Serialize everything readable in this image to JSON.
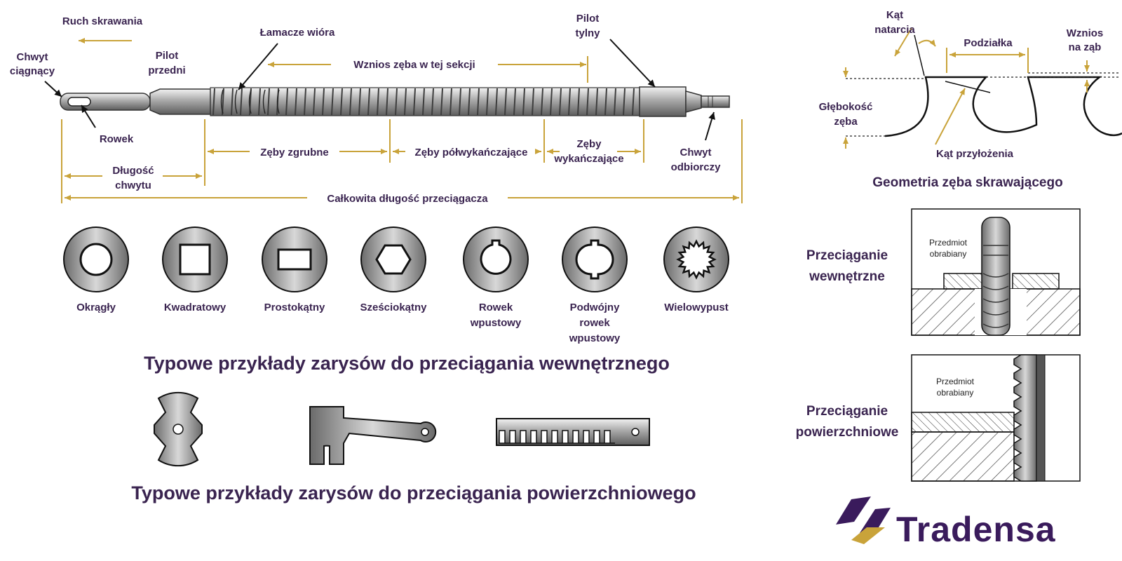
{
  "broach": {
    "cutting_motion": "Ruch skrawania",
    "pull_end": [
      "Chwyt",
      "ciągnący"
    ],
    "front_pilot": [
      "Pilot",
      "przedni"
    ],
    "chip_breakers": "Łamacze wióra",
    "rear_pilot": [
      "Pilot",
      "tylny"
    ],
    "rise_in_section": "Wznios zęba w tej sekcji",
    "slot": "Rowek",
    "roughing_teeth": "Zęby zgrubne",
    "semi_finishing_teeth": "Zęby półwykańczające",
    "finishing_teeth": [
      "Zęby",
      "wykańczające"
    ],
    "follower_end": [
      "Chwyt",
      "odbiorczy"
    ],
    "shank_length": [
      "Długość",
      "chwytu"
    ],
    "overall_length": "Całkowita długość przeciągacza"
  },
  "profiles": {
    "items": [
      [
        "Okrągły"
      ],
      [
        "Kwadratowy"
      ],
      [
        "Prostokątny"
      ],
      [
        "Sześciokątny"
      ],
      [
        "Rowek",
        "wpustowy"
      ],
      [
        "Podwójny",
        "rowek",
        "wpustowy"
      ],
      [
        "Wielowypust"
      ]
    ],
    "internal_caption": "Typowe przykłady zarysów do przeciągania wewnętrznego",
    "surface_caption": "Typowe przykłady zarysów do przeciągania powierzchniowego"
  },
  "geometry": {
    "rake_angle": [
      "Kąt",
      "natarcia"
    ],
    "pitch": "Podziałka",
    "rise_per_tooth": [
      "Wznios",
      "na ząb"
    ],
    "tooth_depth": [
      "Głębokość",
      "zęba"
    ],
    "clearance_angle": "Kąt przyłożenia",
    "title": "Geometria zęba skrawającego"
  },
  "internal_broaching": {
    "label": [
      "Przeciąganie",
      "wewnętrzne"
    ],
    "workpiece": [
      "Przedmiot",
      "obrabiany"
    ]
  },
  "surface_broaching": {
    "label": [
      "Przeciąganie",
      "powierzchniowe"
    ],
    "workpiece": [
      "Przedmiot",
      "obrabiany"
    ]
  },
  "brand": {
    "name": "Tradensa",
    "colors": {
      "purple": "#3a1b5c",
      "gold": "#c9a33a"
    }
  }
}
